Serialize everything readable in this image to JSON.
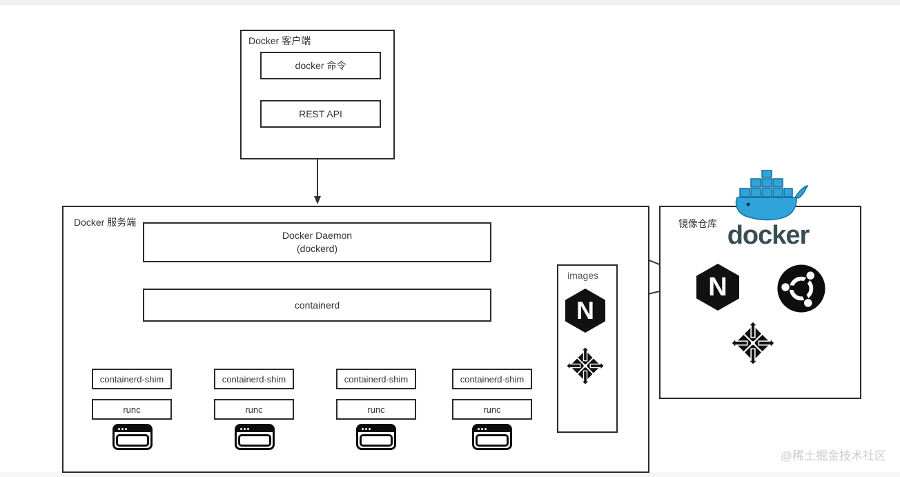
{
  "page": {
    "watermark": "@稀土掘金技术社区"
  },
  "client_box": {
    "title": "Docker 客户端",
    "command_label": "docker 命令",
    "rest_api_label": "REST API"
  },
  "server_box": {
    "title": "Docker 服务端",
    "daemon_title": "Docker Daemon",
    "daemon_subtitle": "(dockerd)",
    "containerd_label": "containerd",
    "containers": [
      {
        "shim": "containerd-shim",
        "runc": "runc"
      },
      {
        "shim": "containerd-shim",
        "runc": "runc"
      },
      {
        "shim": "containerd-shim",
        "runc": "runc"
      },
      {
        "shim": "containerd-shim",
        "runc": "runc"
      }
    ]
  },
  "images_box": {
    "title": "images",
    "icons": [
      "nginx-icon",
      "centos-icon"
    ]
  },
  "registry_box": {
    "title": "镜像仓库",
    "docker_logo_text": "docker",
    "icons": [
      "docker-whale-icon",
      "nginx-icon",
      "ubuntu-icon",
      "centos-icon"
    ]
  },
  "colors": {
    "line": "#333333",
    "box_border": "#2b2b2b",
    "docker_blue": "#2fa3da",
    "docker_wordmark": "#394d54",
    "watermark_gray": "#cdcdcd"
  }
}
